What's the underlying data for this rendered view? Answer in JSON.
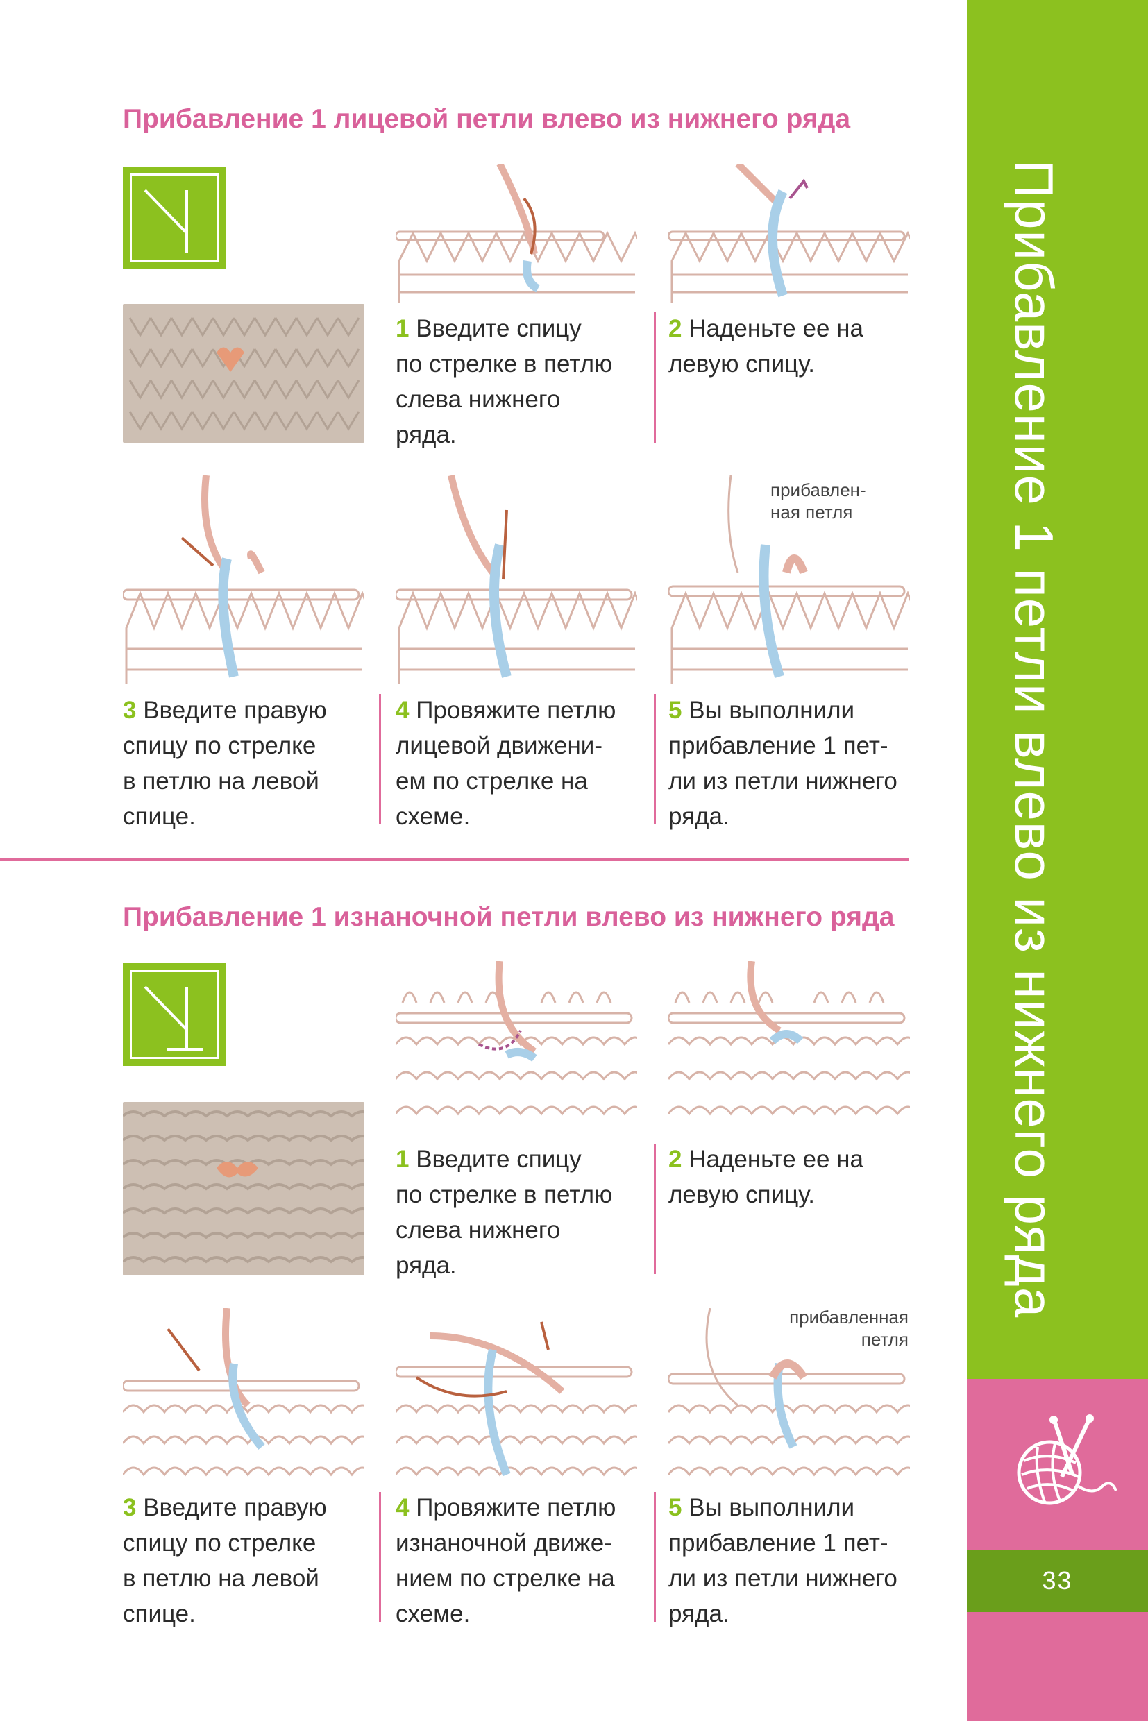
{
  "sidebar": {
    "title": "Прибавление 1 петли влево из нижнего ряда",
    "page_number": "33"
  },
  "section1": {
    "title": "Прибавление 1 лицевой петли влево из нижнего ряда",
    "steps": [
      {
        "num": "1",
        "lines": [
          "Введите спицу",
          "по стрелке в петлю",
          "слева нижнего",
          "ряда."
        ]
      },
      {
        "num": "2",
        "lines": [
          "Наденьте ее на",
          "левую спицу."
        ]
      },
      {
        "num": "3",
        "lines": [
          "Введите правую",
          "спицу по стрелке",
          "в петлю на левой",
          "спице."
        ]
      },
      {
        "num": "4",
        "lines": [
          "Провяжите петлю",
          "лицевой движени-",
          "ем по стрелке на",
          "схеме."
        ]
      },
      {
        "num": "5",
        "lines": [
          "Вы выполнили",
          "прибавление 1 пет-",
          "ли из петли нижнего",
          "ряда."
        ]
      }
    ],
    "note_lines": [
      "прибавлен-",
      "ная петля"
    ]
  },
  "section2": {
    "title": "Прибавление 1 изнаночной петли влево из нижнего ряда",
    "steps": [
      {
        "num": "1",
        "lines": [
          "Введите спицу",
          "по стрелке в петлю",
          "слева нижнего",
          "ряда."
        ]
      },
      {
        "num": "2",
        "lines": [
          "Наденьте ее на",
          "левую спицу."
        ]
      },
      {
        "num": "3",
        "lines": [
          "Введите правую",
          "спицу по стрелке",
          "в петлю на левой",
          "спице."
        ]
      },
      {
        "num": "4",
        "lines": [
          "Провяжите петлю",
          "изнаночной движе-",
          "нием по стрелке на",
          "схеме."
        ]
      },
      {
        "num": "5",
        "lines": [
          "Вы выполнили",
          "прибавление 1 пет-",
          "ли из петли нижнего",
          "ряда."
        ]
      }
    ],
    "note_lines": [
      "прибавленная",
      "петля"
    ]
  },
  "colors": {
    "green": "#8cc11f",
    "pink": "#e06b9b",
    "title_pink": "#d9619a",
    "page_green": "#6a9e1b",
    "yarn_blue": "#a9cfe8",
    "yarn_peach": "#e8a99a"
  }
}
